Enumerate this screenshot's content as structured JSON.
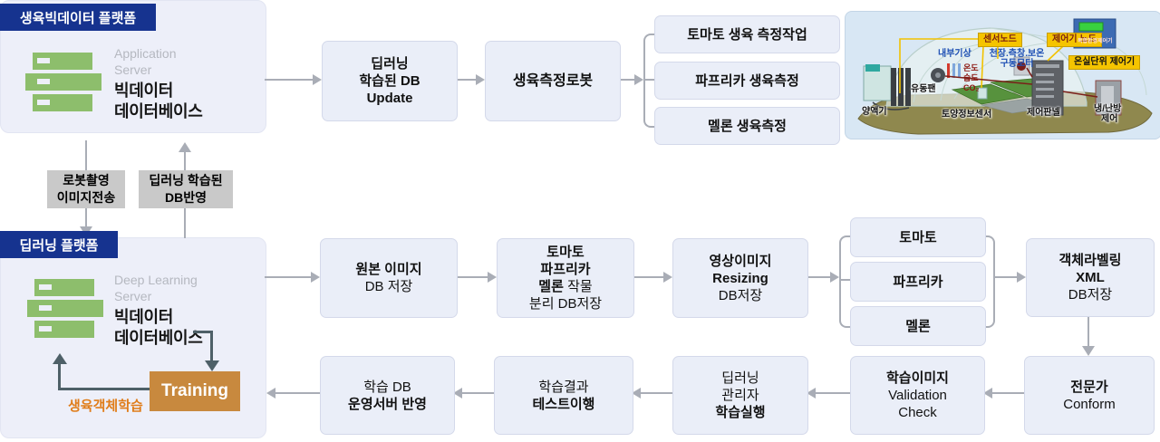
{
  "colors": {
    "header_bg": "#16338F",
    "platform_bg": "#EDEFF9",
    "flow_box_bg": "#EAEEF8",
    "arrow_gray": "#A9ADB6",
    "transfer_label_bg": "#C9C9C9",
    "training_bg": "#C8893E",
    "training_arrow": "#4E6068",
    "loop_text": "#E07D1A",
    "server_icon_green": "#8DBE6C",
    "greenhouse_label_yellow": "#F5C400"
  },
  "top_platform": {
    "header": "생육빅데이터 플랫폼",
    "server_role_l1": "Application",
    "server_role_l2": "Server",
    "server_name_l1": "빅데이터",
    "server_name_l2": "데이터베이스"
  },
  "top_flow": {
    "db_update_l1": "딥러닝",
    "db_update_l2": "학습된 DB",
    "db_update_l3": "Update",
    "robot": "생육측정로봇",
    "task1": "토마토 생육 측정작업",
    "task2": "파프리카 생육측정",
    "task3": "멜론 생육측정"
  },
  "greenhouse": {
    "sensor_node": "센서노드",
    "controller_node": "제어기 노드",
    "unit_controller": "온실단위 제어기",
    "device": "복합환경제어기",
    "indoor_weather": "내부기상",
    "motor_l1": "천장.측창.보온",
    "motor_l2": "구동모터",
    "metric1": "온도",
    "metric2": "습도",
    "metric3": "CO₂",
    "fan": "유동팬",
    "nutrient": "양액기",
    "soil_sensor": "토양정보센서",
    "control_panel": "제어판넬",
    "hvac_l1": "냉/난방",
    "hvac_l2": "제어"
  },
  "transfer": {
    "down_l1": "로봇촬영",
    "down_l2": "이미지전송",
    "up_l1": "딥러닝 학습된",
    "up_l2": "DB반영"
  },
  "bottom_platform": {
    "header": "딥러닝 플랫폼",
    "server_role_l1": "Deep Learning",
    "server_role_l2": "Server",
    "server_name_l1": "빅데이터",
    "server_name_l2": "데이터베이스",
    "training": "Training",
    "loop_label": "생육객체학습"
  },
  "mid_flow": {
    "original_l1": "원본 이미지",
    "original_l2": "DB 저장",
    "sep_l1": "토마토",
    "sep_l2": "파프리카",
    "sep_l3_bold": "멜론",
    "sep_l3_rest": " 작물",
    "sep_l4": "분리 DB저장",
    "resize_l1": "영상이미지",
    "resize_l2": "Resizing",
    "resize_l3": "DB저장",
    "crop1": "토마토",
    "crop2": "파프리카",
    "crop3": "멜론",
    "label_l1": "객체라벨링",
    "label_l2": "XML",
    "label_l3": "DB저장"
  },
  "bottom_flow": {
    "expert_l1": "전문가",
    "expert_l2": "Conform",
    "valid_l1": "학습이미지",
    "valid_l2": "Validation",
    "valid_l3": "Check",
    "exec_l1": "딥러닝",
    "exec_l2": "관리자",
    "exec_l3": "학습실행",
    "test_l1": "학습결과",
    "test_l2": "테스트이행",
    "deploy_l1": "학습 DB",
    "deploy_l2": "운영서버 반영"
  }
}
